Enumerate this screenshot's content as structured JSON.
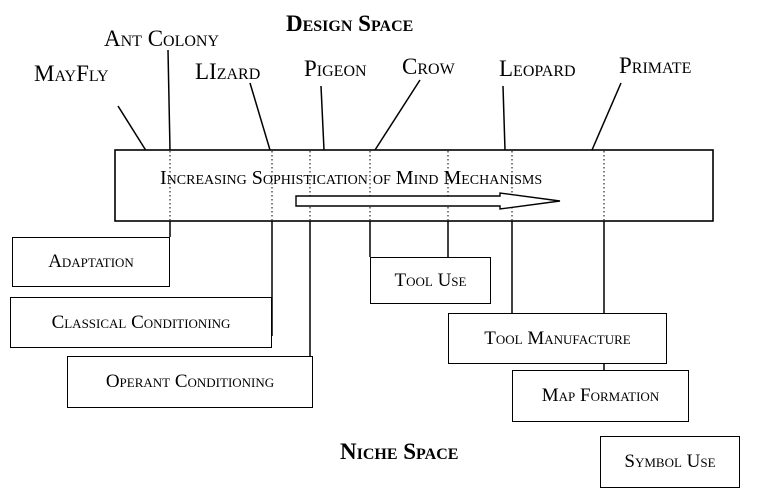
{
  "titles": {
    "top": "Design Space",
    "bottom": "Niche Space"
  },
  "band_label": "Increasing Sophistication of Mind Mechanisms",
  "species": [
    {
      "key": "mayfly",
      "label": "MayFly"
    },
    {
      "key": "ant_colony",
      "label": "Ant Colony"
    },
    {
      "key": "lizard",
      "label": "LIzard"
    },
    {
      "key": "pigeon",
      "label": "Pigeon"
    },
    {
      "key": "crow",
      "label": "Crow"
    },
    {
      "key": "leopard",
      "label": "Leopard"
    },
    {
      "key": "primate",
      "label": "Primate"
    }
  ],
  "niches": [
    {
      "key": "adaptation",
      "label": "Adaptation"
    },
    {
      "key": "classical",
      "label": "Classical Conditioning"
    },
    {
      "key": "operant",
      "label": "Operant Conditioning"
    },
    {
      "key": "tool_use",
      "label": "Tool Use"
    },
    {
      "key": "tool_manufacture",
      "label": "Tool Manufacture"
    },
    {
      "key": "map_formation",
      "label": "Map Formation"
    },
    {
      "key": "symbol_use",
      "label": "Symbol Use"
    }
  ]
}
